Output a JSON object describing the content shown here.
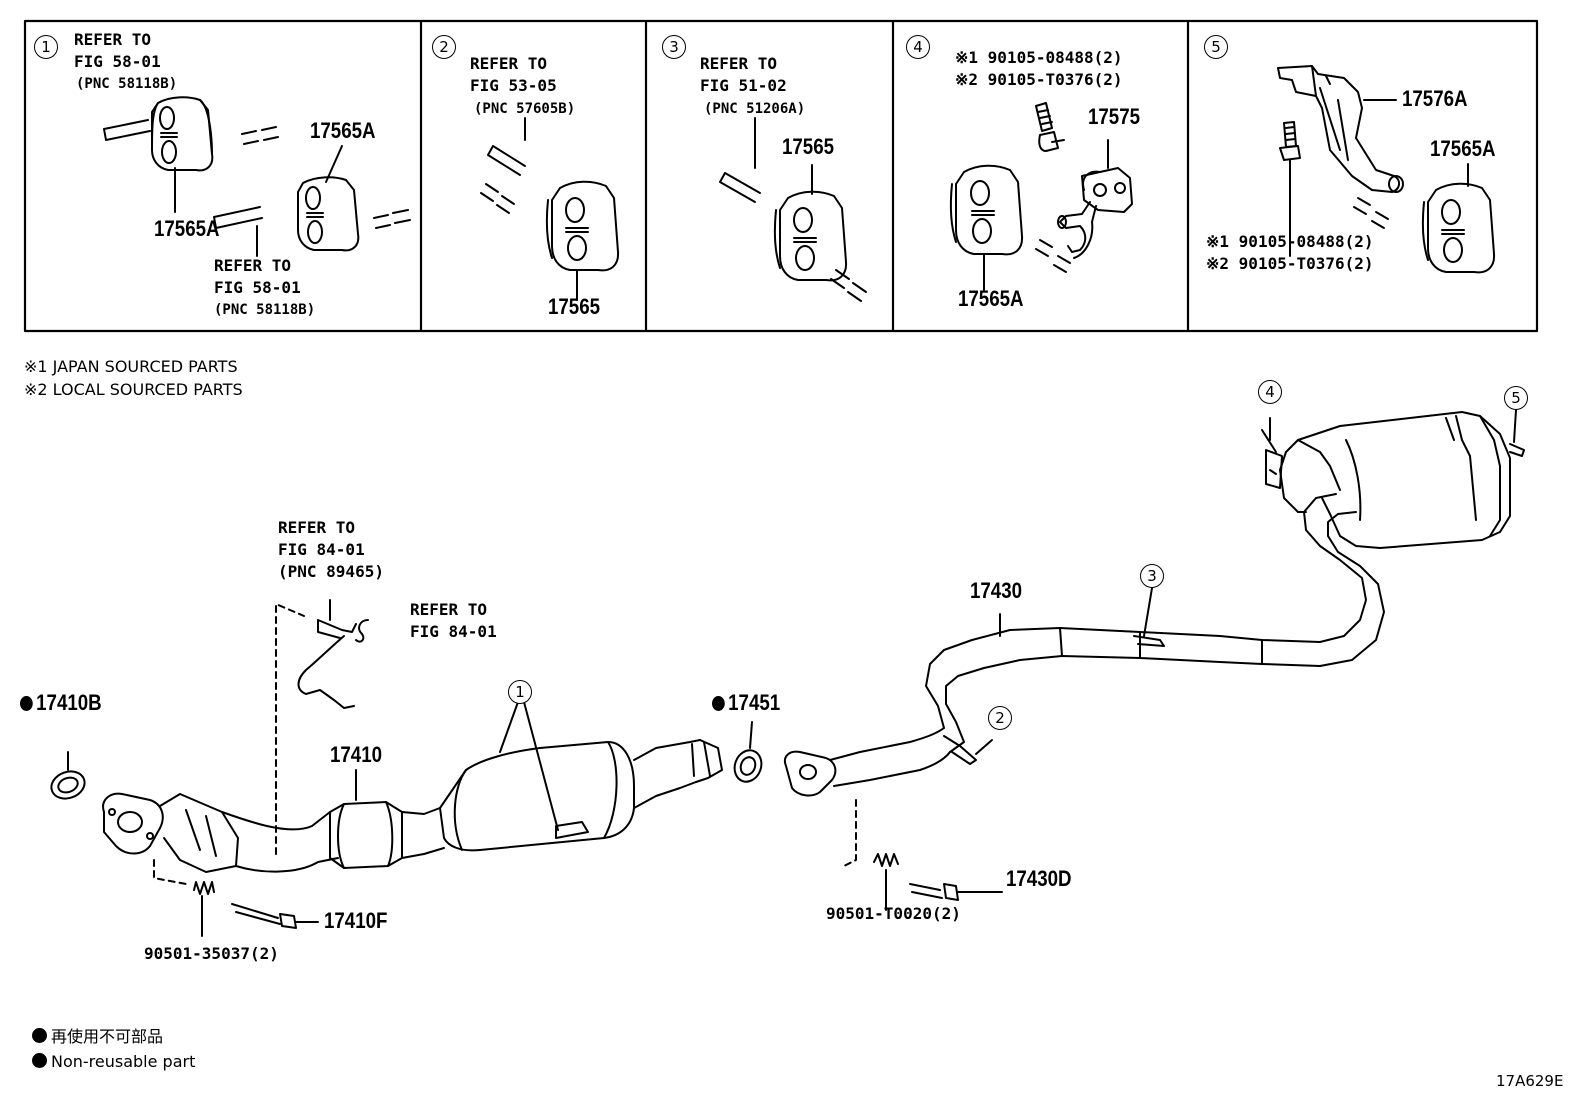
{
  "panels": [
    {
      "badge": "1",
      "refer": "REFER TO",
      "fig": "FIG 58-01",
      "pnc": "(PNC 58118B)",
      "part1": "17565A",
      "part2": "17565A",
      "refer2": "REFER TO",
      "fig2": "FIG 58-01",
      "pnc2": "(PNC 58118B)"
    },
    {
      "badge": "2",
      "refer": "REFER TO",
      "fig": "FIG 53-05",
      "pnc": "(PNC 57605B)",
      "part1": "17565"
    },
    {
      "badge": "3",
      "refer": "REFER TO",
      "fig": "FIG 51-02",
      "pnc": "(PNC 51206A)",
      "part1": "17565"
    },
    {
      "badge": "4",
      "note1": "※1 90105-08488(2)",
      "note2": "※2 90105-T0376(2)",
      "part1": "17575",
      "part2": "17565A"
    },
    {
      "badge": "5",
      "part1": "17576A",
      "part2": "17565A",
      "note1": "※1 90105-08488(2)",
      "note2": "※2 90105-T0376(2)"
    }
  ],
  "notes": {
    "japan": "※1 JAPAN SOURCED PARTS",
    "local": "※2 LOCAL SOURCED PARTS"
  },
  "main": {
    "refer_sensor": "REFER TO",
    "fig_sensor": "FIG 84-01",
    "pnc_sensor": "(PNC 89465)",
    "refer_clip": "REFER TO",
    "fig_clip": "FIG 84-01",
    "gasket_front": "17410B",
    "front_pipe": "17410",
    "gasket_center": "17451",
    "center_pipe": "17430",
    "front_bolt": "17410F",
    "front_spring": "90501-35037(2)",
    "center_bolt": "17430D",
    "center_spring": "90501-T0020(2)",
    "callout_1": "1",
    "callout_2": "2",
    "callout_3": "3",
    "callout_4": "4",
    "callout_5": "5"
  },
  "legend": {
    "jp": "再使用不可部品",
    "en": "Non-reusable part"
  },
  "figure_id": "17A629E"
}
